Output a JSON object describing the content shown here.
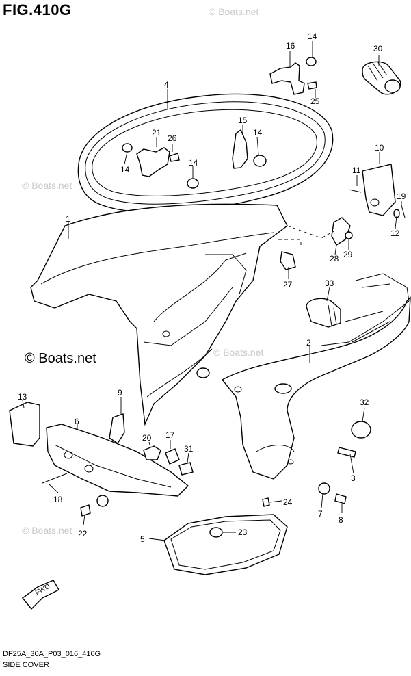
{
  "figure": {
    "title": "FIG.410G",
    "code": "DF25A_30A_P03_016_410G",
    "description": "SIDE COVER"
  },
  "watermark": {
    "text": "© Boats.net",
    "main_text": "© Boats.net"
  },
  "fwd_label": "FWD",
  "callouts": [
    "14",
    "16",
    "30",
    "4",
    "25",
    "15",
    "21",
    "26",
    "14",
    "14",
    "14",
    "10",
    "11",
    "19",
    "1",
    "12",
    "28",
    "29",
    "27",
    "33",
    "2",
    "32",
    "3",
    "13",
    "9",
    "6",
    "20",
    "17",
    "31",
    "18",
    "7",
    "8",
    "24",
    "22",
    "5",
    "23"
  ]
}
